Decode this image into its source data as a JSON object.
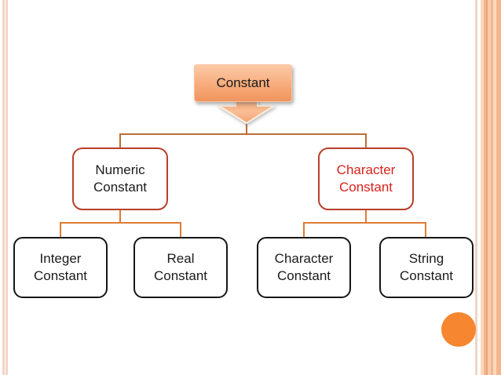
{
  "diagram": {
    "root": {
      "label": "Constant"
    },
    "children": [
      {
        "id": "numeric",
        "label": "Numeric Constant",
        "children": [
          {
            "id": "integer",
            "label": "Integer Constant"
          },
          {
            "id": "real",
            "label": "Real Constant"
          }
        ]
      },
      {
        "id": "character",
        "label": "Character Constant",
        "children": [
          {
            "id": "character_leaf",
            "label": "Character Constant"
          },
          {
            "id": "string",
            "label": "String Constant"
          }
        ]
      }
    ]
  },
  "colors": {
    "root_box_gradient_top": "#fccaa7",
    "root_box_gradient_bottom": "#f0945e",
    "upper_connector": "#bd6c36",
    "lower_connector": "#e07b33",
    "level2_border": "#b8402a",
    "level2_red_text": "#d8231d",
    "level3_border": "#161616",
    "accent_circle": "#f6862f",
    "edge_stripe_light": "#f3d3c6",
    "edge_stripe_orange": "#f4b68f"
  }
}
